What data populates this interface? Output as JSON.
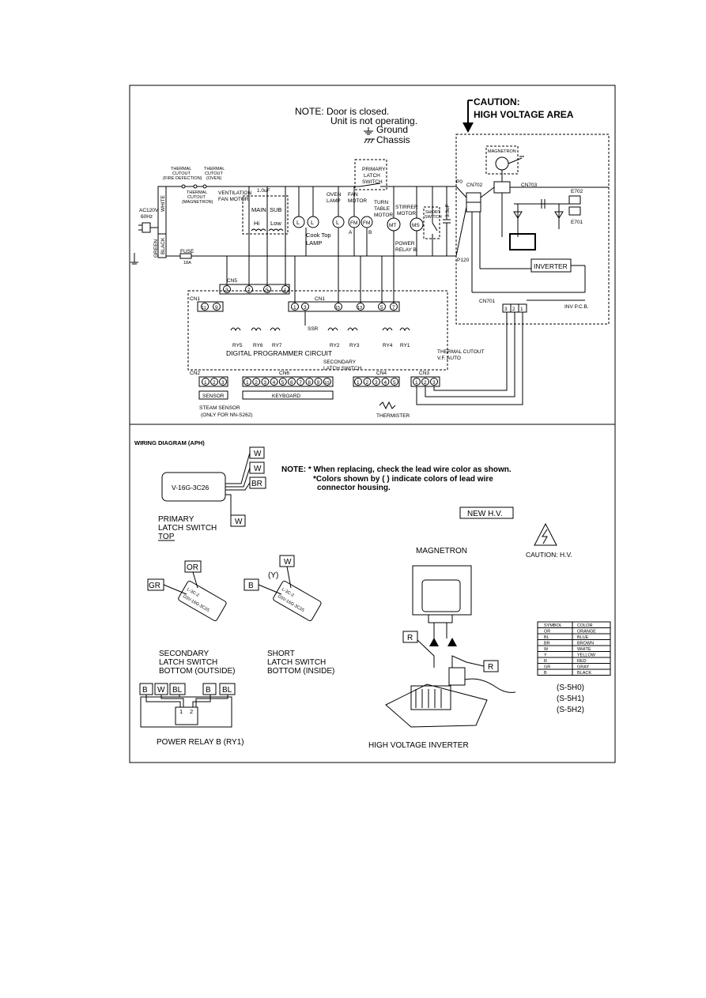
{
  "schematic": {
    "note_line1": "NOTE:  Door is closed.",
    "note_line2": "Unit is not operating.",
    "ground_label": "Ground",
    "chassis_label": "Chassis",
    "caution_line1": "CAUTION:",
    "caution_line2": "HIGH VOLTAGE AREA",
    "thermal_cutout_fire_1": "THERMAL",
    "thermal_cutout_fire_2": "CUTOUT",
    "thermal_cutout_fire_3": "(FIRE DEFECTION)",
    "thermal_cutout_oven_1": "THERMAL",
    "thermal_cutout_oven_2": "CUTOUT",
    "thermal_cutout_oven_3": "(OVEN)",
    "thermal_cutout_mag_1": "THERMAL",
    "thermal_cutout_mag_2": "CUTOUT",
    "thermal_cutout_mag_3": "(MAGNETRON)",
    "ac_1": "AC120V",
    "ac_2": "60Hz",
    "white": "WHITE",
    "black": "BLACK",
    "green": "GREEN",
    "fuse": "FUSE",
    "fuse_rating": "18A",
    "vent_1": "VENTILATION",
    "vent_2": "FAN MOTOR",
    "cap_1uf": "1.0uF",
    "main": "MAIN",
    "sub": "SUB",
    "hi": "Hi",
    "low": "Low",
    "cooktop_1": "Cook Top",
    "cooktop_2": "LAMP",
    "oven_lamp_1": "OVEN",
    "oven_lamp_2": "LAMP",
    "fan_motor_1": "FAN",
    "fan_motor_2": "MOTOR",
    "primary_latch_1": "PRIMARY",
    "primary_latch_2": "LATCH",
    "primary_latch_3": "SWITCH",
    "turn_table_1": "TURN",
    "turn_table_2": "TABLE",
    "turn_table_3": "MOTOR",
    "stirrer_1": "STIRRER",
    "stirrer_2": "MOTOR",
    "short_switch_1": "SHORT",
    "short_switch_2": "SWITCH",
    "cap_33uf": "3.3uF",
    "power_relay_1": "POWER",
    "power_relay_2": "RELAY B",
    "p0": "P0",
    "p120": "P120",
    "magnetron": "MAGNETRON",
    "cn702": "CN702",
    "cn703": "CN703",
    "e702": "E702",
    "e701": "E701",
    "inverter": "INVERTER",
    "cn701": "CN701",
    "inv_pcb": "INV P.C.B.",
    "cn5": "CN5",
    "cn1": "CN1",
    "cn2": "CN2",
    "cn3": "CN3",
    "cn4": "CN4",
    "cn6": "CN6",
    "ssr": "SSR",
    "ry3a": "RY5",
    "ry6": "RY6",
    "ry7": "RY7",
    "ry2": "RY2",
    "ry3": "RY3",
    "ry4": "RY4",
    "ry1": "RY1",
    "dpc": "DIGITAL PROGRAMMER CIRCUIT",
    "thermal_vf_1": "THERMAL CUTOUT",
    "thermal_vf_2": "V.F. AUTO",
    "secondary_latch_1": "SECONDARY",
    "secondary_latch_2": "LATCH  SWITCH",
    "sensor": "SENSOR",
    "keyboard": "KEYBOARD",
    "steam_sensor_1": "STEAM SENSOR",
    "steam_sensor_2": "(ONLY FOR NN-S262)",
    "thermister": "THERMISTER",
    "cn5_pins": [
      "3",
      "7",
      "5",
      "1"
    ],
    "cn1_pins_left": [
      "11",
      "9"
    ],
    "cn1_pins_right": [
      "1",
      "3",
      "15",
      "13",
      "5",
      "7"
    ],
    "cn2_pins": [
      "1",
      "2",
      "3"
    ],
    "cn6_pins": [
      "1",
      "2",
      "3",
      "4",
      "5",
      "6",
      "7",
      "8",
      "9",
      "10"
    ],
    "cn4_pins": [
      "1",
      "2",
      "3",
      "4",
      "5"
    ],
    "cn3_pins": [
      "1",
      "2",
      "3"
    ],
    "cn701_pins": [
      "3",
      "2",
      "1"
    ],
    "lamp_L": "L",
    "fm_label": "FM",
    "fm_a": "A",
    "fm_b": "B",
    "mt_label": "MT",
    "ms_label": "MS"
  },
  "wiring": {
    "title": "WIRING DIAGRAM (APH)",
    "note_1": "NOTE:  * When replacing, check the lead wire color as shown.",
    "note_2": "*Colors shown by ( ) indicate colors of lead wire",
    "note_3": "connector housing.",
    "new_hv": "NEW H.V.",
    "caution_hv": "CAUTION: H.V.",
    "primary_part": "V-16G-3C26",
    "primary_1": "PRIMARY",
    "primary_2": "LATCH SWITCH",
    "primary_3": "TOP",
    "tag_w1": "W",
    "tag_w2": "W",
    "tag_br": "BR",
    "tag_w3": "W",
    "tag_or": "OR",
    "tag_gr": "GR",
    "tag_b": "B",
    "tag_w4": "W",
    "tag_y": "(Y)",
    "sec_part": "D3V-16G-3C25",
    "sec_part2": "L-3C-2",
    "short_part": "D3V-16G-3C25",
    "short_part2": "L-3C-2",
    "secondary_1": "SECONDARY",
    "secondary_2": "LATCH SWITCH",
    "secondary_3": "BOTTOM (OUTSIDE)",
    "short_1": "SHORT",
    "short_2": "LATCH SWITCH",
    "short_3": "BOTTOM (INSIDE)",
    "relay_tags": [
      "B",
      "W",
      "BL",
      "B",
      "BL"
    ],
    "relay_pin_1": "1",
    "relay_pin_2": "2",
    "power_relay": "POWER RELAY B (RY1)",
    "magnetron": "MAGNETRON",
    "tag_r1": "R",
    "tag_r2": "R",
    "hv_inverter": "HIGH VOLTAGE INVERTER",
    "models": [
      "(S-5H0)",
      "(S-5H1)",
      "(S-5H2)"
    ]
  },
  "color_table": {
    "header": [
      "SYMBOL",
      "COLOR"
    ],
    "rows": [
      [
        "OR",
        "ORANGE"
      ],
      [
        "BL",
        "BLUE"
      ],
      [
        "BR",
        "BROWN"
      ],
      [
        "W",
        "WHITE"
      ],
      [
        "Y",
        "YELLOW"
      ],
      [
        "R",
        "RED"
      ],
      [
        "GR",
        "GRAY"
      ],
      [
        "B",
        "BLACK"
      ]
    ]
  }
}
